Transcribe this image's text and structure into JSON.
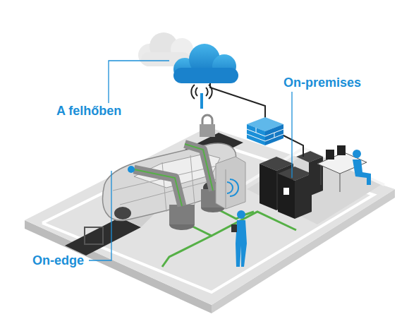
{
  "diagram": {
    "labels": [
      "A felhőben",
      "On-premises",
      "On-edge"
    ]
  }
}
